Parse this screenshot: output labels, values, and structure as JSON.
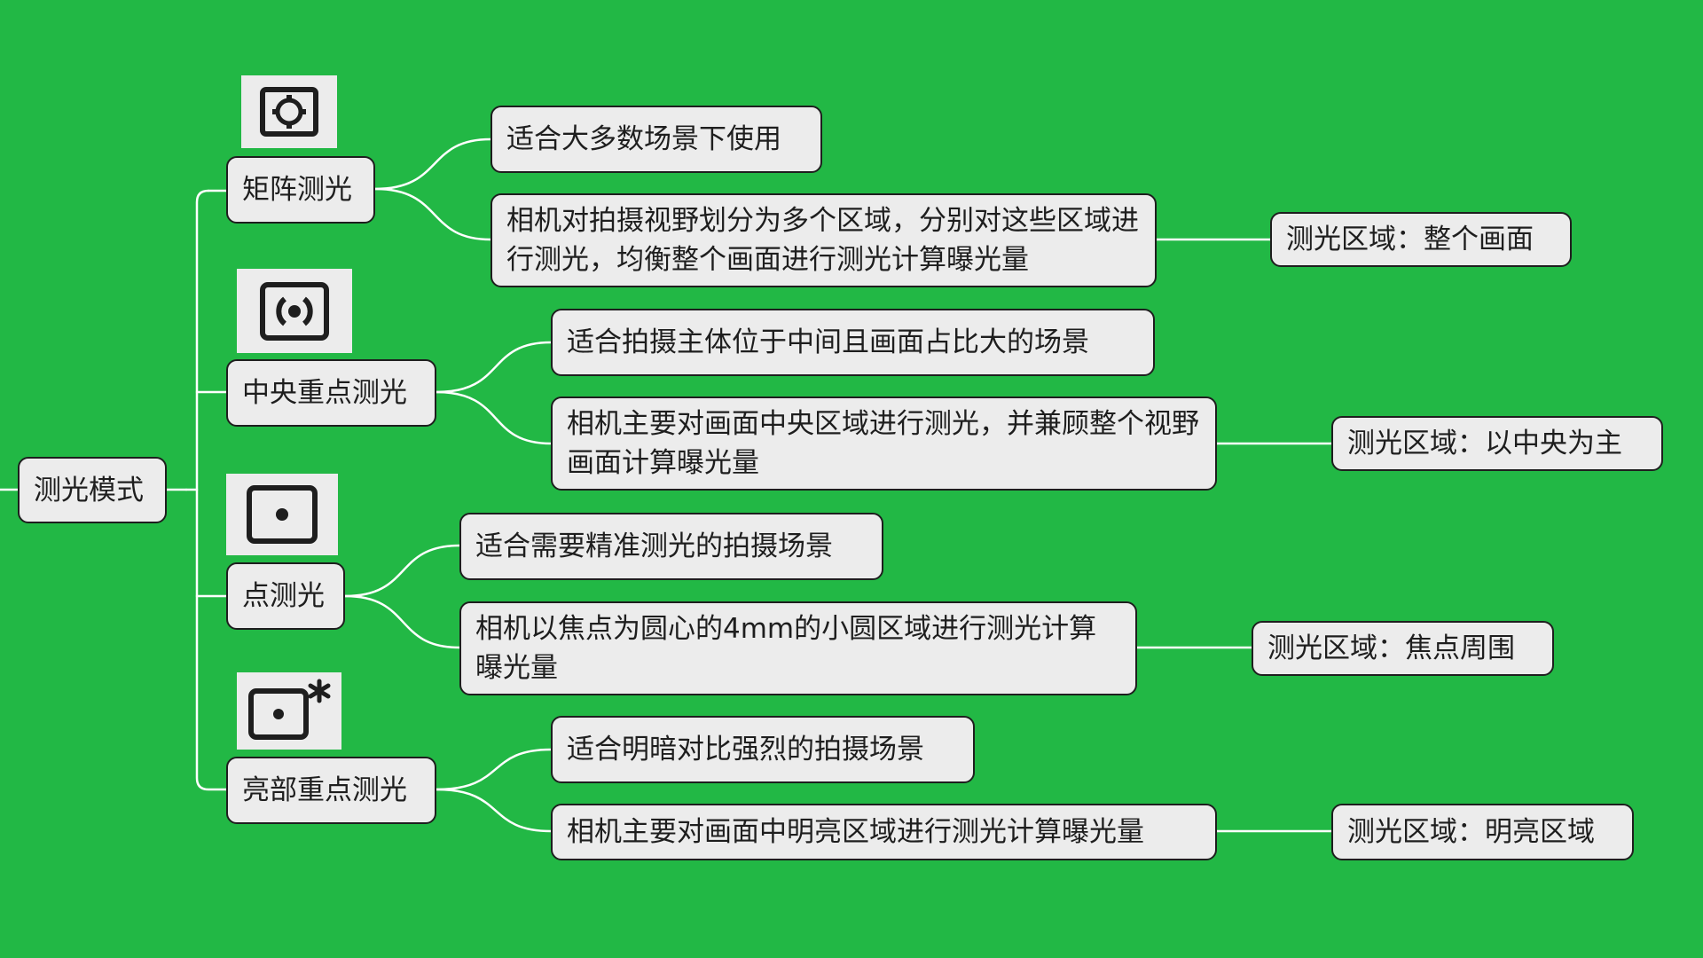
{
  "root": {
    "label": "测光模式"
  },
  "branches": [
    {
      "label": "矩阵测光",
      "icon": "matrix-metering-icon",
      "usage": "适合大多数场景下使用",
      "description": "相机对拍摄视野划分为多个区域，分别对这些区域进行测光，均衡整个画面进行测光计算曝光量",
      "area": "测光区域：整个画面"
    },
    {
      "label": "中央重点测光",
      "icon": "center-weighted-metering-icon",
      "usage": "适合拍摄主体位于中间且画面占比大的场景",
      "description": "相机主要对画面中央区域进行测光，并兼顾整个视野画面计算曝光量",
      "area": "测光区域：以中央为主"
    },
    {
      "label": "点测光",
      "icon": "spot-metering-icon",
      "usage": "适合需要精准测光的拍摄场景",
      "description": "相机以焦点为圆心的4mm的小圆区域进行测光计算曝光量",
      "area": "测光区域：焦点周围"
    },
    {
      "label": "亮部重点测光",
      "icon": "highlight-weighted-metering-icon",
      "usage": "适合明暗对比强烈的拍摄场景",
      "description": "相机主要对画面中明亮区域进行测光计算曝光量",
      "area": "测光区域：明亮区域"
    }
  ]
}
